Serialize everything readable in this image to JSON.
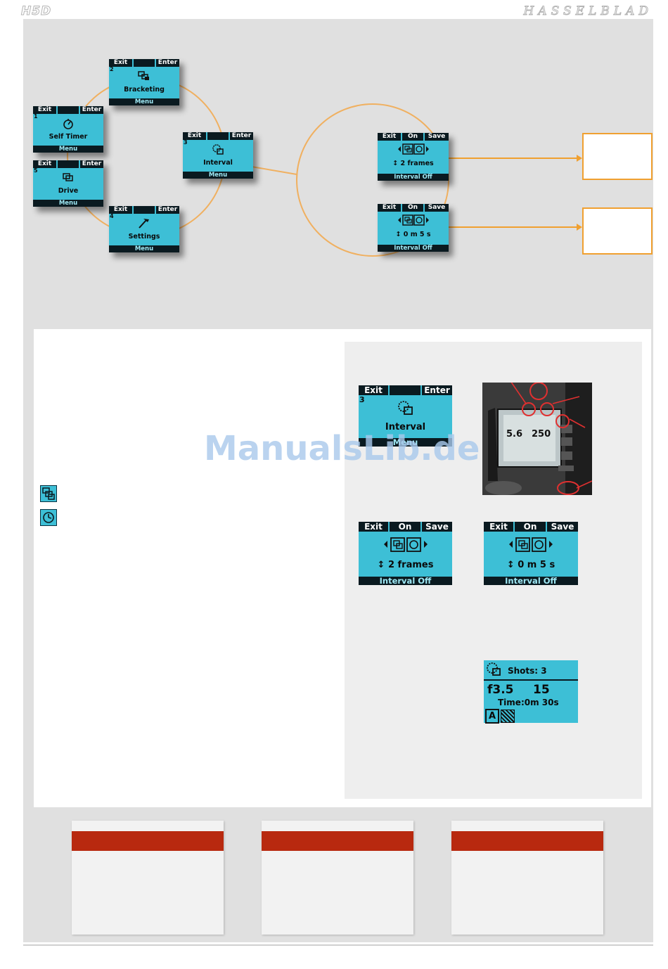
{
  "header": {
    "model": "H5D",
    "brand": "HASSELBLAD"
  },
  "menu_screens": [
    {
      "num": "2",
      "left": "Exit",
      "right": "Enter",
      "label": "Bracketing",
      "footer": "Menu",
      "icon": "bracketing-icon"
    },
    {
      "num": "1",
      "left": "Exit",
      "right": "Enter",
      "label": "Self Timer",
      "footer": "Menu",
      "icon": "timer-icon"
    },
    {
      "num": "3",
      "left": "Exit",
      "right": "Enter",
      "label": "Interval",
      "footer": "Menu",
      "icon": "interval-icon"
    },
    {
      "num": "5",
      "left": "Exit",
      "right": "Enter",
      "label": "Drive",
      "footer": "Menu",
      "icon": "drive-icon"
    },
    {
      "num": "4",
      "left": "Exit",
      "right": "Enter",
      "label": "Settings",
      "footer": "Menu",
      "icon": "settings-icon"
    }
  ],
  "settings_screens": [
    {
      "b1": "Exit",
      "b2": "On",
      "b3": "Save",
      "value": "2 frames",
      "footer": "Interval Off"
    },
    {
      "b1": "Exit",
      "b2": "On",
      "b3": "Save",
      "value": "0 m 5 s",
      "footer": "Interval Off"
    }
  ],
  "detail": {
    "interval_menu": {
      "num": "3",
      "left": "Exit",
      "right": "Enter",
      "label": "Interval",
      "footer": "Menu"
    },
    "frames_screen": {
      "b1": "Exit",
      "b2": "On",
      "b3": "Save",
      "value": "2 frames",
      "footer": "Interval Off"
    },
    "time_screen": {
      "b1": "Exit",
      "b2": "On",
      "b3": "Save",
      "value": "0 m 5 s",
      "footer": "Interval Off"
    },
    "shots_screen": {
      "shots": "Shots: 3",
      "aperture": "f3.5",
      "shutter": "15",
      "time": "Time:0m 30s",
      "mode": "A"
    },
    "camera_lcd": {
      "aperture": "5.6",
      "shutter": "250"
    }
  },
  "watermark": "ManualsLib.de",
  "colors": {
    "lcd": "#3dbfd6",
    "accent": "#f0a030",
    "band": "#b8290f"
  }
}
